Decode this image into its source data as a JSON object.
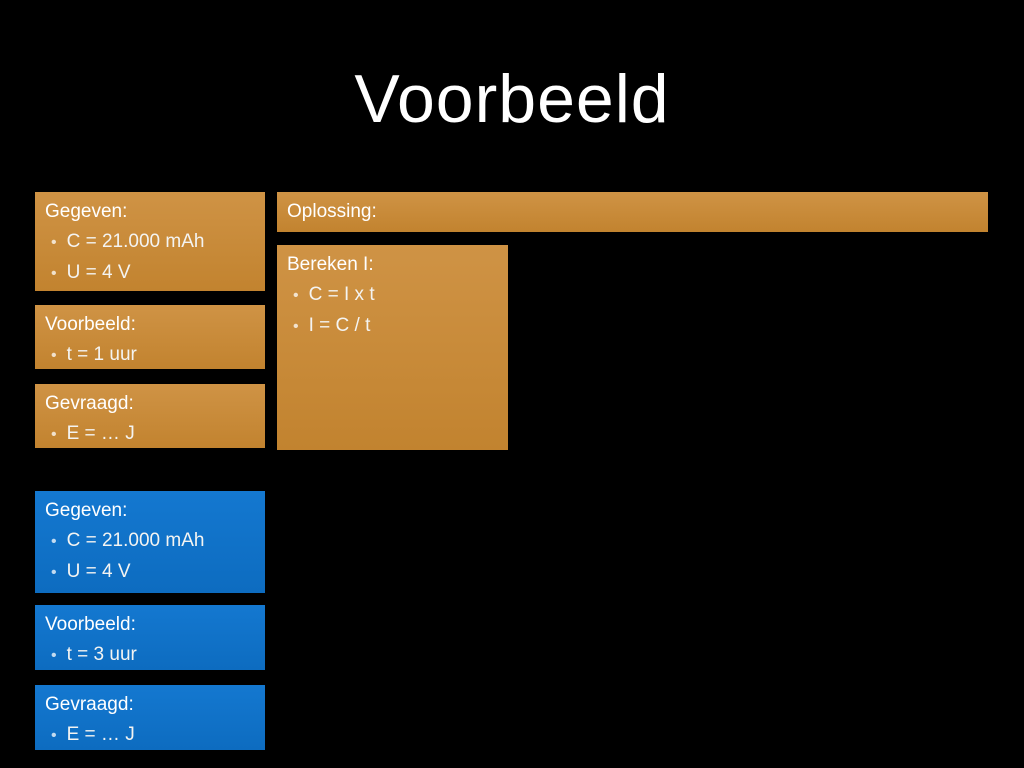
{
  "title": "Voorbeeld",
  "colors": {
    "background": "#000000",
    "orange": "#c2832f",
    "blue": "#0d6cc0",
    "text": "#ffffff"
  },
  "orange_section": {
    "boxes": [
      {
        "heading": "Gegeven:",
        "bullets": [
          "C = 21.000 mAh",
          "U = 4 V"
        ]
      },
      {
        "heading": "Voorbeeld:",
        "bullets": [
          "t = 1 uur"
        ]
      },
      {
        "heading": "Gevraagd:",
        "bullets": [
          "E = … J"
        ]
      }
    ],
    "solution_header": "Oplossing:",
    "solution_box": {
      "heading": "Bereken I:",
      "bullets": [
        "C = I x t",
        "I = C / t"
      ]
    }
  },
  "blue_section": {
    "boxes": [
      {
        "heading": "Gegeven:",
        "bullets": [
          "C = 21.000 mAh",
          "U = 4 V"
        ]
      },
      {
        "heading": "Voorbeeld:",
        "bullets": [
          "t = 3 uur"
        ]
      },
      {
        "heading": "Gevraagd:",
        "bullets": [
          "E = … J"
        ]
      }
    ]
  }
}
